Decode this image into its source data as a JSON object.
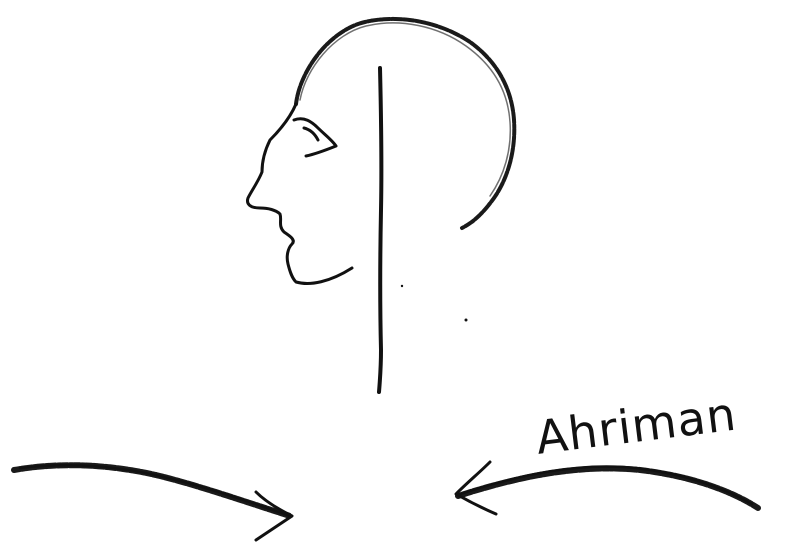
{
  "label_text": "Ahriman",
  "ink_color": "#111111",
  "background_color": "#ffffff",
  "figures": {
    "head": "head-profile-sketch",
    "axis": "vertical-axis-line",
    "left_arrow": "arrow-pointing-down-right",
    "right_arrow": "arrow-pointing-down-left"
  }
}
